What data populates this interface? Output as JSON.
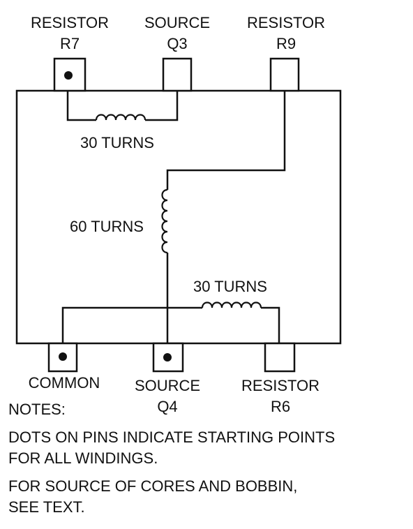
{
  "pins": {
    "top": [
      {
        "line1": "RESISTOR",
        "line2": "R7",
        "dot": true
      },
      {
        "line1": "SOURCE",
        "line2": "Q3",
        "dot": false
      },
      {
        "line1": "RESISTOR",
        "line2": "R9",
        "dot": false
      }
    ],
    "bottom": [
      {
        "line1": "COMMON",
        "line2": "",
        "dot": true
      },
      {
        "line1": "SOURCE",
        "line2": "Q4",
        "dot": true
      },
      {
        "line1": "RESISTOR",
        "line2": "R6",
        "dot": false
      }
    ]
  },
  "windings": {
    "top": "30 TURNS",
    "middle": "60 TURNS",
    "bottom": "30 TURNS"
  },
  "notes": {
    "heading": "NOTES:",
    "line1": "DOTS ON PINS INDICATE STARTING POINTS",
    "line2": "FOR ALL WINDINGS.",
    "line3": "FOR SOURCE OF CORES AND BOBBIN,",
    "line4": "SEE TEXT."
  }
}
